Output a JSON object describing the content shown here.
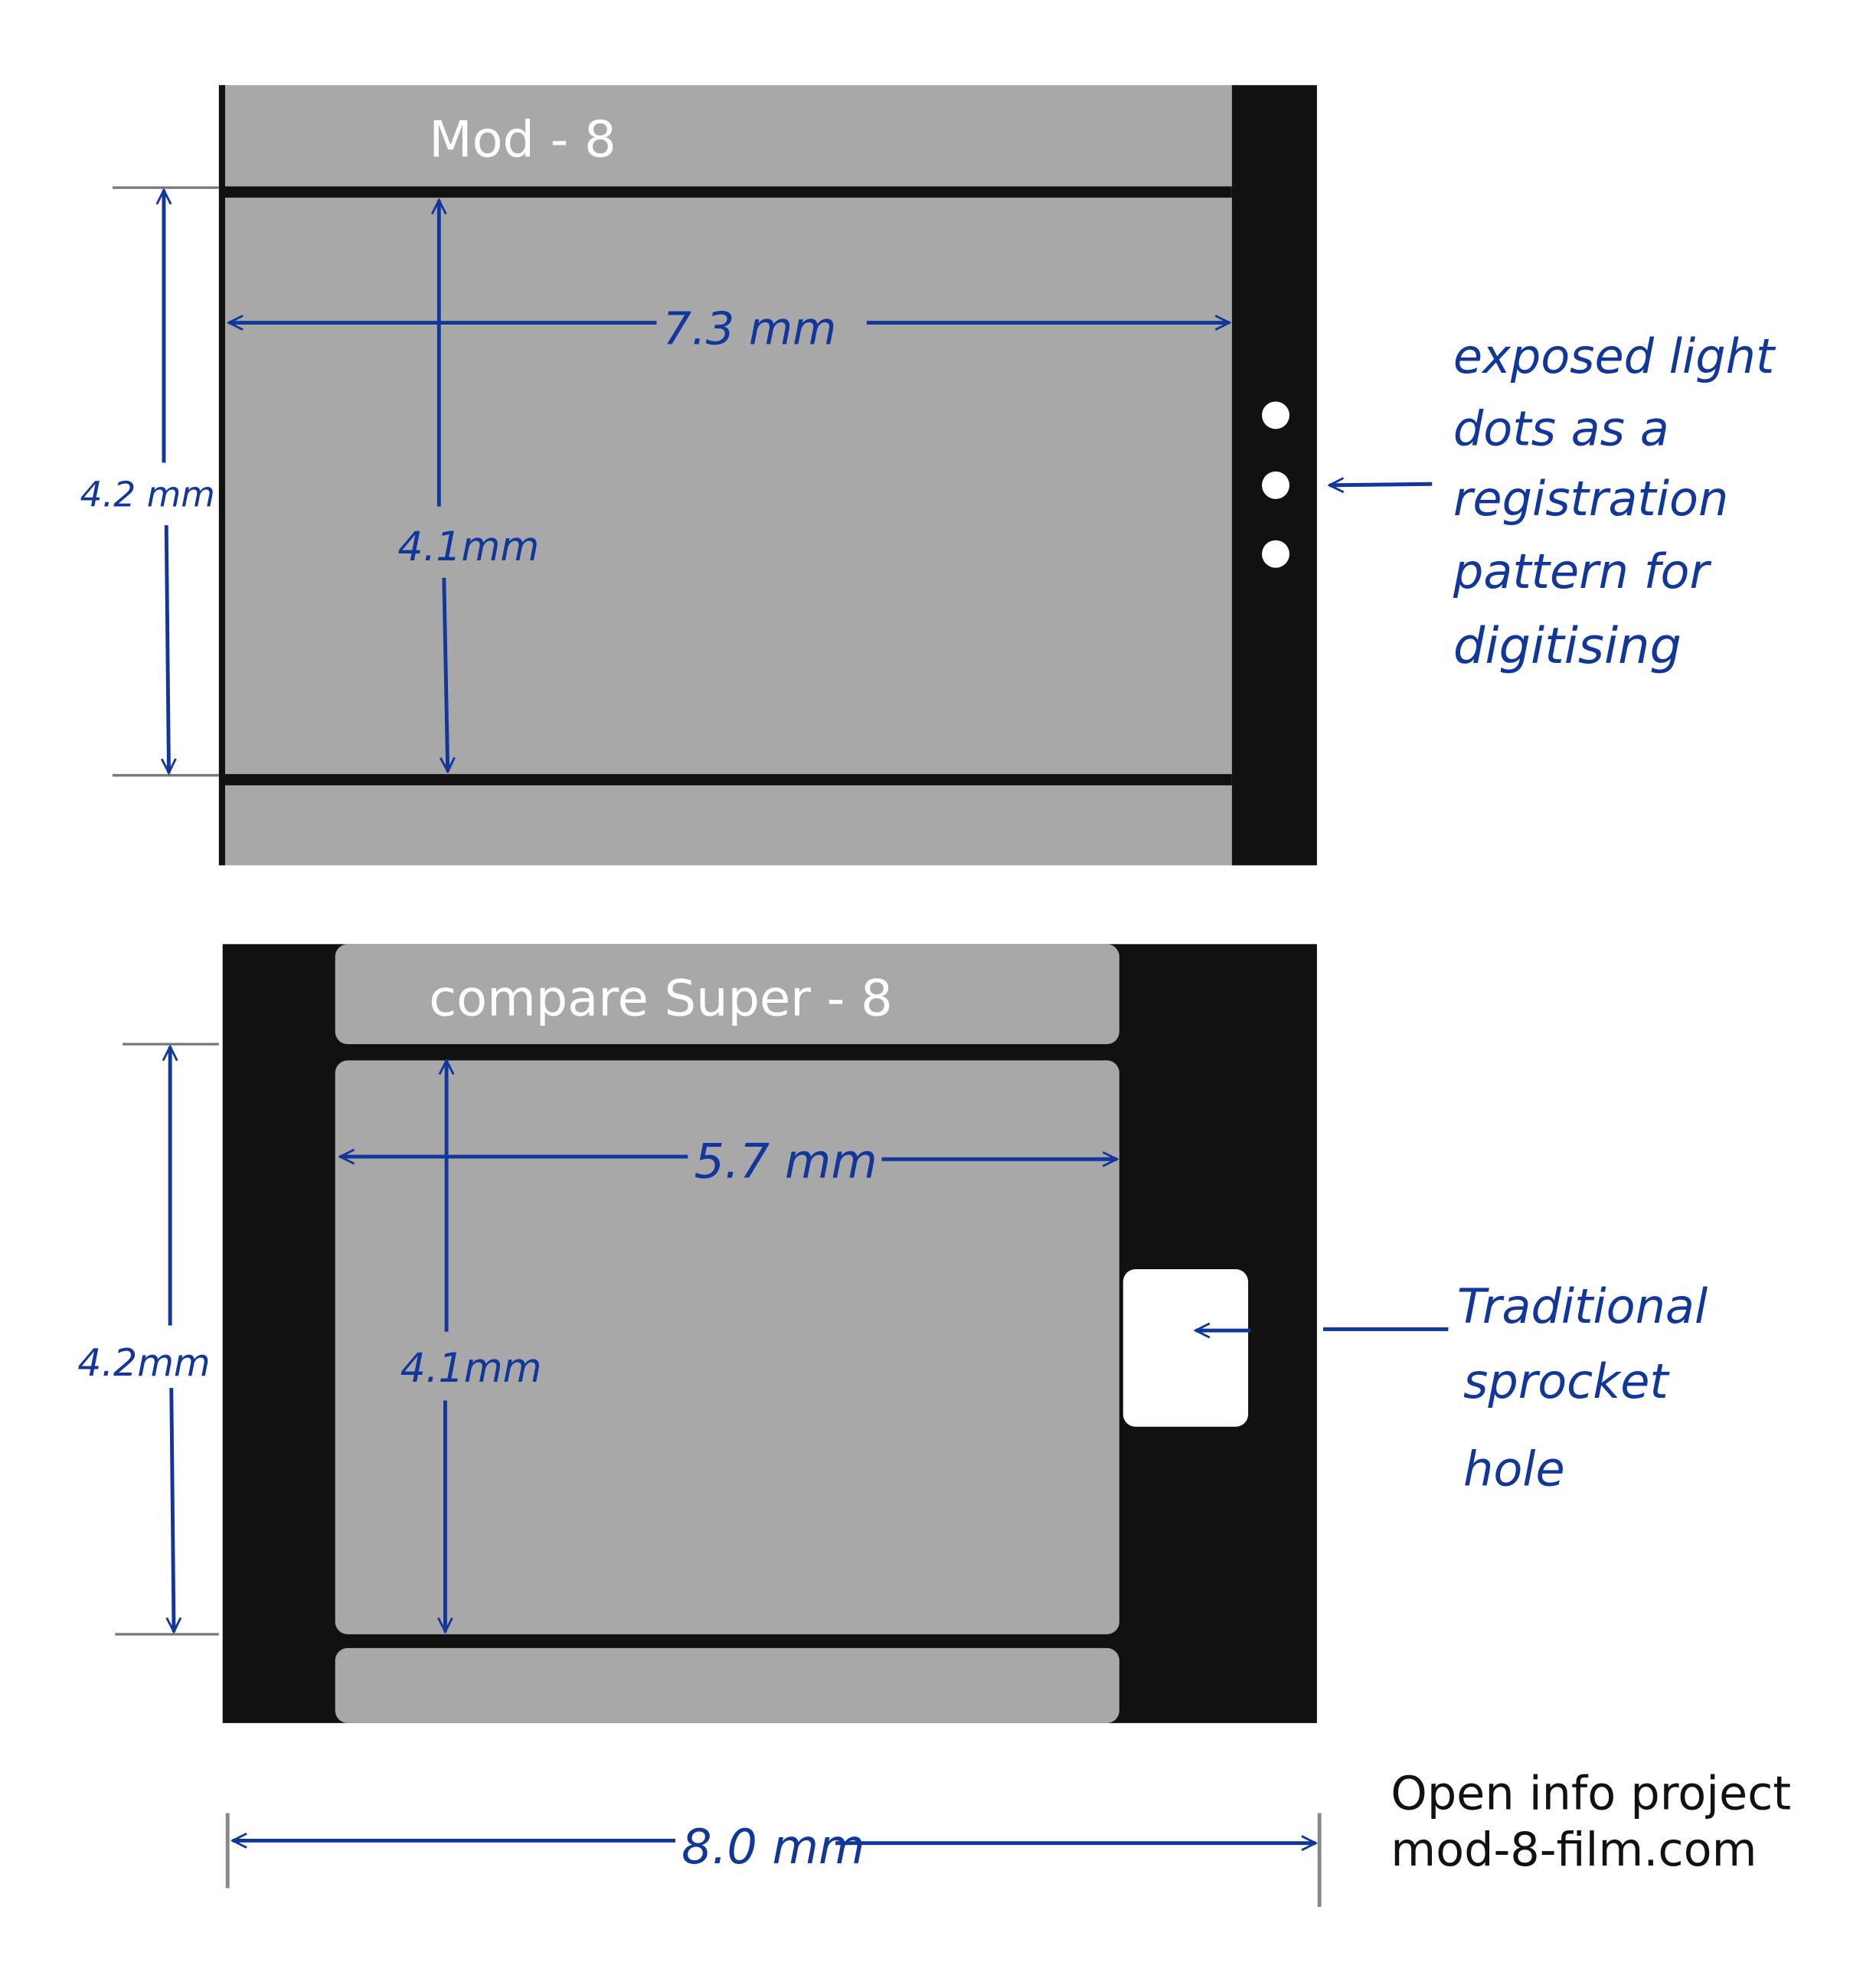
{
  "colors": {
    "film": "#a9a8a8",
    "frame_line": "#111111",
    "ink": "#12379a",
    "hole": "#ffffff"
  },
  "mod8": {
    "title": "Mod - 8",
    "width_label": "7.3 mm",
    "height_label": "4.1mm",
    "pitch_label": "4.2 mm",
    "annotation": [
      "exposed light",
      "dots as a",
      "registration",
      "pattern for",
      "digitising"
    ]
  },
  "super8": {
    "title": "compare Super - 8",
    "width_label": "5.7 mm",
    "height_label": "4.1mm",
    "pitch_label": "4.2mm",
    "annotation": [
      "Traditional",
      "sprocket",
      "hole"
    ]
  },
  "film_width_label": "8.0 mm",
  "footer": {
    "line1": "Open info project",
    "line2": "mod-8-film.com"
  }
}
